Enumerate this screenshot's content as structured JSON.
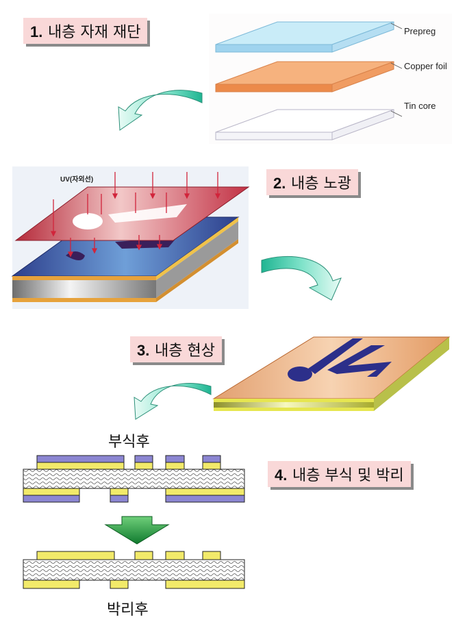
{
  "steps": [
    {
      "num": "1.",
      "text": "내층 자재 재단"
    },
    {
      "num": "2.",
      "text": "내층 노광"
    },
    {
      "num": "3.",
      "text": "내층 현상"
    },
    {
      "num": "4.",
      "text": "내층 부식 및 박리"
    }
  ],
  "layers": {
    "prepreg": "Prepreg",
    "copper_foil": "Copper foil",
    "tin_core": "Tin core"
  },
  "exposure": {
    "uv_label": "UV(자외선)"
  },
  "captions": {
    "after_etch": "부식후",
    "after_strip": "박리후"
  },
  "colors": {
    "label_bg": "#f9d8d8",
    "prepreg": "#bfe3f3",
    "copper": "#f0955a",
    "arrow_teal": "#3cc7a8",
    "resist_purple": "#8c86d2",
    "copper_yellow": "#f2ea6a",
    "down_arrow": "#1b8a3a"
  }
}
